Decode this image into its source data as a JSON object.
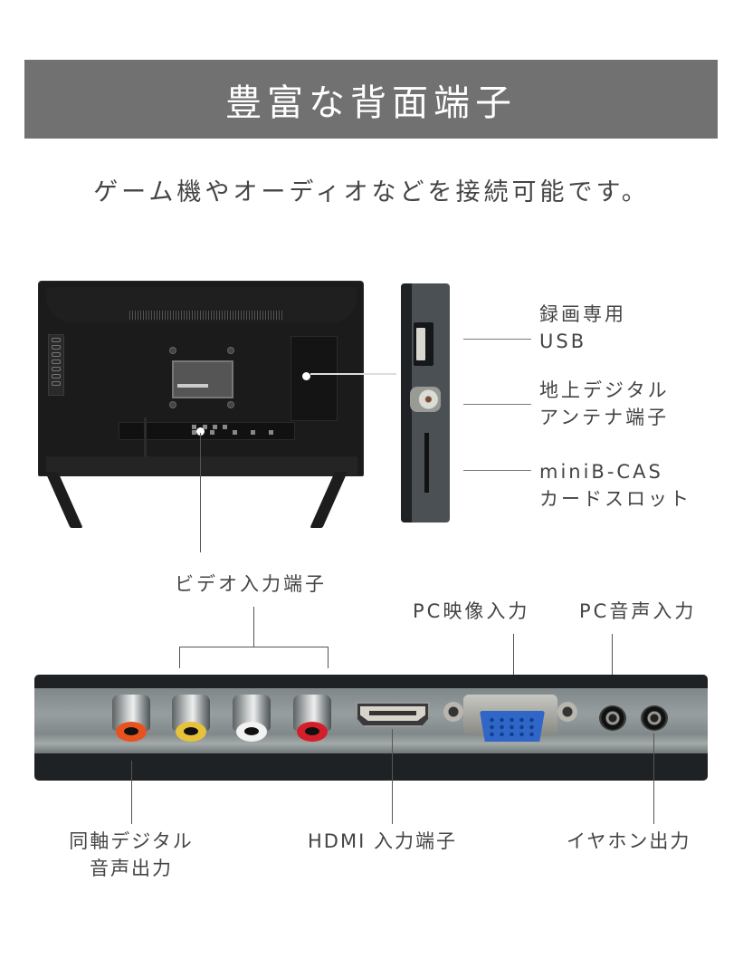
{
  "header": {
    "title": "豊富な背面端子",
    "subtitle": "ゲーム機やオーディオなどを接続可能です。",
    "bar_color": "#717171"
  },
  "side_ports": [
    {
      "line1": "録画専用",
      "line2": "USB",
      "icon": "usb-port-icon"
    },
    {
      "line1": "地上デジタル",
      "line2": "アンテナ端子",
      "icon": "antenna-port-icon"
    },
    {
      "line1": "miniB-CAS",
      "line2": "カードスロット",
      "icon": "card-slot-icon"
    }
  ],
  "bottom_ports": {
    "video_input": "ビデオ入力端子",
    "pc_video_input": "PC映像入力",
    "pc_audio_input": "PC音声入力",
    "coax_digital_line1": "同軸デジタル",
    "coax_digital_line2": "音声出力",
    "hdmi_input": "HDMI 入力端子",
    "earphone_output": "イヤホン出力"
  },
  "rca_colors": {
    "coax": "#e8521e",
    "video_yellow": "#e6c23a",
    "audio_white": "#f2f2f2",
    "audio_red": "#d41f2a"
  },
  "vga_color": "#2f66c8"
}
